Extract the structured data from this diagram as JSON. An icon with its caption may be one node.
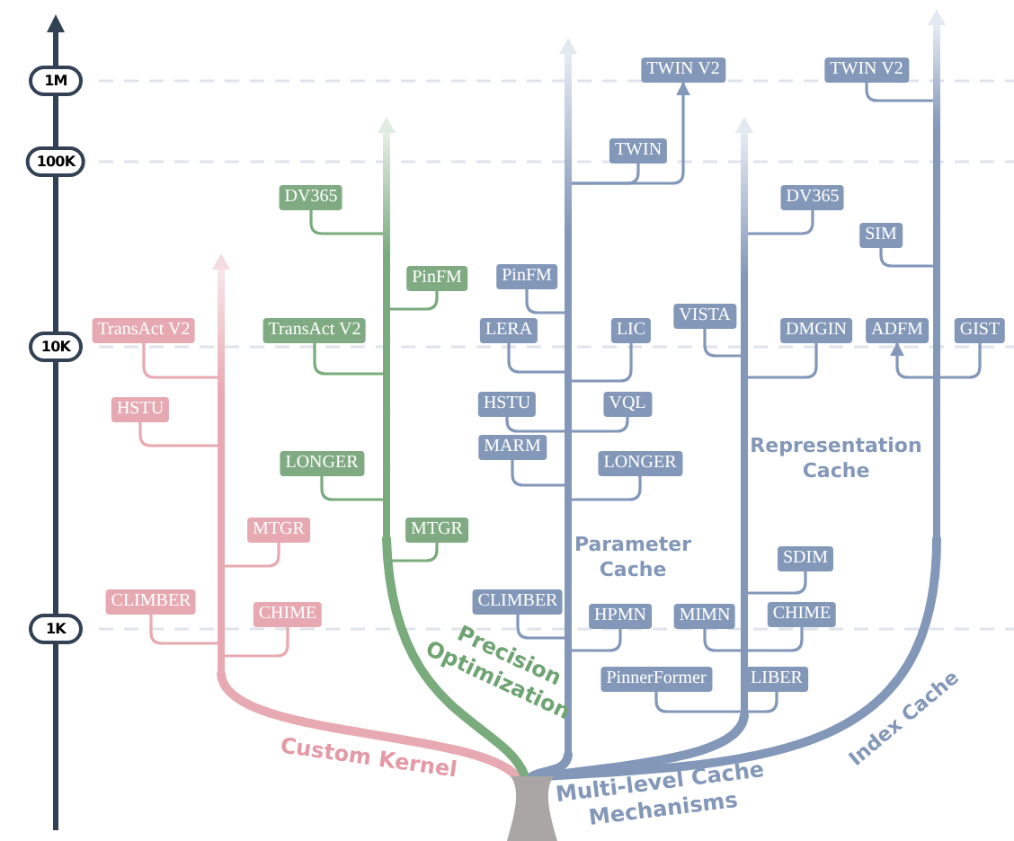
{
  "diagram": {
    "nodes": [
      {
        "text": [
          "1M"
        ]
      },
      {
        "text": [
          "100K"
        ]
      },
      {
        "text": [
          "10K"
        ]
      },
      {
        "text": [
          "1K"
        ]
      },
      {
        "text": [],
        "shape": "bar"
      },
      {
        "text": [],
        "shape": "bar"
      },
      {
        "text": [],
        "shape": "bar"
      },
      {
        "text": [],
        "shape": "bar"
      },
      {
        "text": [],
        "shape": "bar"
      },
      {
        "text": [],
        "shape": "bar"
      },
      {
        "text": [
          "TransAct V2"
        ]
      },
      {
        "text": [
          "HSTU"
        ]
      },
      {
        "text": [
          "MTGR"
        ]
      },
      {
        "text": [
          "CLIMBER"
        ]
      },
      {
        "text": [
          "CHIME"
        ]
      },
      {
        "text": [
          "DV365"
        ]
      },
      {
        "text": [
          "PinFM"
        ]
      },
      {
        "text": [
          "TransAct V2"
        ]
      },
      {
        "text": [
          "LONGER"
        ]
      },
      {
        "text": [
          "MTGR"
        ]
      },
      {
        "text": [
          "TWIN V2"
        ]
      },
      {
        "text": [
          "TWIN"
        ]
      },
      {
        "text": [
          "PinFM"
        ]
      },
      {
        "text": [
          "LERA"
        ]
      },
      {
        "text": [
          "LIC"
        ]
      },
      {
        "text": [
          "HSTU"
        ]
      },
      {
        "text": [
          "VQL"
        ]
      },
      {
        "text": [
          "MARM"
        ]
      },
      {
        "text": [
          "LONGER"
        ]
      },
      {
        "text": [
          "CLIMBER"
        ]
      },
      {
        "text": [
          "HPMN"
        ]
      },
      {
        "text": [
          "DV365"
        ]
      },
      {
        "text": [
          "VISTA"
        ]
      },
      {
        "text": [
          "DMGIN"
        ]
      },
      {
        "text": [
          "SDIM"
        ]
      },
      {
        "text": [
          "MIMN"
        ]
      },
      {
        "text": [
          "CHIME"
        ]
      },
      {
        "text": [
          "PinnerFormer"
        ]
      },
      {
        "text": [
          "LIBER"
        ]
      },
      {
        "text": [
          "TWIN V2"
        ]
      },
      {
        "text": [
          "SIM"
        ]
      },
      {
        "text": [
          "ADFM"
        ]
      },
      {
        "text": [
          "GIST"
        ]
      }
    ],
    "edges": [
      {
        "from": 4,
        "to": 5,
        "arrow": "none",
        "style": "thick",
        "color": "#e8aab2"
      },
      {
        "from": 4,
        "to": 6,
        "arrow": "none",
        "style": "thick",
        "color": "#7aab7d"
      },
      {
        "from": 4,
        "to": 7,
        "arrow": "none",
        "style": "thick"
      },
      {
        "from": 4,
        "to": 8,
        "arrow": "none",
        "style": "thick"
      },
      {
        "from": 4,
        "to": 9,
        "arrow": "none",
        "style": "thick"
      },
      {
        "from": 5,
        "to": 10,
        "arrow": "none",
        "color": "#e8aab2"
      },
      {
        "from": 5,
        "to": 11,
        "arrow": "none",
        "color": "#e8aab2"
      },
      {
        "from": 5,
        "to": 12,
        "arrow": "none",
        "color": "#e8aab2"
      },
      {
        "from": 5,
        "to": 13,
        "arrow": "none",
        "color": "#e8aab2"
      },
      {
        "from": 5,
        "to": 14,
        "arrow": "none",
        "color": "#e8aab2"
      },
      {
        "from": 6,
        "to": 15,
        "arrow": "none",
        "color": "#7aab7d"
      },
      {
        "from": 6,
        "to": 16,
        "arrow": "none",
        "color": "#7aab7d"
      },
      {
        "from": 6,
        "to": 17,
        "arrow": "none",
        "color": "#7aab7d"
      },
      {
        "from": 6,
        "to": 18,
        "arrow": "none",
        "color": "#7aab7d"
      },
      {
        "from": 6,
        "to": 19,
        "arrow": "none",
        "color": "#7aab7d"
      },
      {
        "from": 7,
        "to": 20,
        "arrow": "to"
      },
      {
        "from": 7,
        "to": 21,
        "arrow": "none"
      },
      {
        "from": 7,
        "to": 22,
        "arrow": "none"
      },
      {
        "from": 7,
        "to": 23,
        "arrow": "none"
      },
      {
        "from": 7,
        "to": 24,
        "arrow": "none"
      },
      {
        "from": 7,
        "to": 25,
        "arrow": "none"
      },
      {
        "from": 7,
        "to": 26,
        "arrow": "none"
      },
      {
        "from": 7,
        "to": 27,
        "arrow": "none"
      },
      {
        "from": 7,
        "to": 28,
        "arrow": "none"
      },
      {
        "from": 7,
        "to": 29,
        "arrow": "none"
      },
      {
        "from": 7,
        "to": 30,
        "arrow": "none"
      },
      {
        "from": 8,
        "to": 31,
        "arrow": "none"
      },
      {
        "from": 8,
        "to": 32,
        "arrow": "none"
      },
      {
        "from": 8,
        "to": 33,
        "arrow": "none"
      },
      {
        "from": 8,
        "to": 34,
        "arrow": "none"
      },
      {
        "from": 8,
        "to": 35,
        "arrow": "none"
      },
      {
        "from": 8,
        "to": 36,
        "arrow": "none"
      },
      {
        "from": 8,
        "to": 37,
        "arrow": "none"
      },
      {
        "from": 8,
        "to": 38,
        "arrow": "none"
      },
      {
        "from": 9,
        "to": 39,
        "arrow": "none"
      },
      {
        "from": 9,
        "to": 40,
        "arrow": "none"
      },
      {
        "from": 9,
        "to": 41,
        "arrow": "to"
      },
      {
        "from": 9,
        "to": 42,
        "arrow": "none"
      }
    ],
    "labels": [
      "Representation Cache",
      "Parameter Cache",
      "Precision Optimization",
      "Index Cache",
      "Custom Kernel",
      "Multi-level Cache Mechanisms"
    ]
  }
}
